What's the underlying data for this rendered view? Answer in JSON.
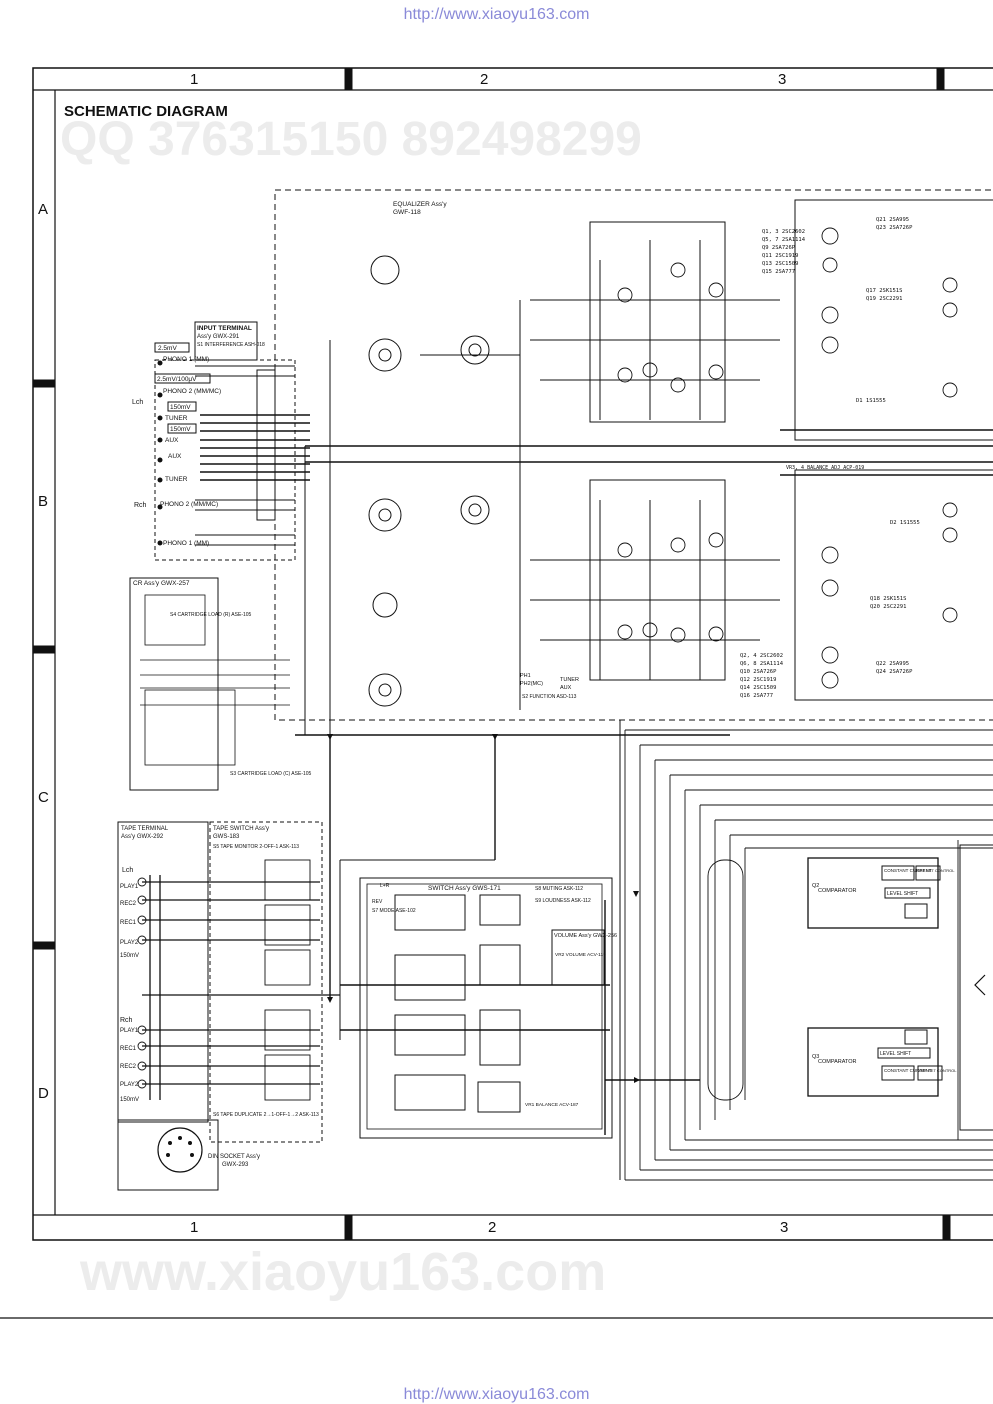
{
  "header": {
    "url_top": "http://www.xiaoyu163.com",
    "url_bottom": "http://www.xiaoyu163.com"
  },
  "frame": {
    "columns": [
      "1",
      "2",
      "3"
    ],
    "rows": [
      "A",
      "B",
      "C",
      "D"
    ]
  },
  "title": "SCHEMATIC DIAGRAM",
  "watermarks": {
    "qq": "QQ 376315150   892498299",
    "site": "www.xiaoyu163.com"
  },
  "blocks": {
    "input_terminal": {
      "title": "INPUT TERMINAL",
      "assy": "Ass'y GWX-291",
      "note": "S1 INTERFERENCE ASH-018"
    },
    "input_levels": [
      "2.5mV",
      "2.5mV/100μV",
      "150mV",
      "150mV"
    ],
    "input_jacks": [
      "PHONO 1 (MM)",
      "PHONO 2 (MM/MC)",
      "TUNER",
      "AUX",
      "AUX",
      "TUNER",
      "PHONO 2 (MM/MC)",
      "PHONO 1 (MM)"
    ],
    "channels": {
      "left": "Lch",
      "right": "Rch"
    },
    "cr_assy": {
      "title": "CR Ass'y GWX-257",
      "s4": "S4 CARTRIDGE LOAD (R) ASE-105",
      "s3": "S3 CARTRIDGE LOAD (C) ASE-105"
    },
    "equalizer": {
      "title": "EQUALIZER Ass'y",
      "assy": "GWF-118"
    },
    "transistors_top": [
      "Q1, 3 2SC2602",
      "Q5, 7 2SA1114",
      "Q9 2SA726P",
      "Q11 2SC1919",
      "Q13 2SC1509",
      "Q15 2SA777"
    ],
    "transistors_bottom": [
      "Q2, 4 2SC2602",
      "Q6, 8 2SA1114",
      "Q10 2SA726P",
      "Q12 2SC1919",
      "Q14 2SC1509",
      "Q16 2SA777"
    ],
    "right_top": [
      "Q21 2SA995",
      "Q23 2SA726P",
      "Q17 2SK151S",
      "Q19 2SC2291",
      "D1 1S1555"
    ],
    "right_bottom": [
      "Q18 2SK151S",
      "Q20 2SC2291",
      "Q22 2SA995",
      "Q24 2SA726P",
      "D2 1S1555"
    ],
    "balance": "VR3, 4 BALANCE ADJ ACP-019",
    "selector": {
      "ph1": "PH1",
      "ph2": "PH2(MC)",
      "tuner": "TUNER",
      "aux": "AUX",
      "function": "S2 FUNCTION ASD-113"
    },
    "tape_terminal": {
      "title": "TAPE TERMINAL",
      "assy": "Ass'y GWX-292"
    },
    "tape_jacks": [
      "PLAY1",
      "REC2",
      "REC1",
      "PLAY2",
      "150mV"
    ],
    "tape_switch": {
      "title": "TAPE SWITCH Ass'y",
      "assy": "GWS-183",
      "monitor": "S5 TAPE MONITOR 2-OFF-1 ASK-113",
      "duplicate": "S6 TAPE DUPLICATE 2→1-OFF-1→2 ASK-113"
    },
    "switch_assy": {
      "title": "SWITCH Ass'y GWS-171",
      "mute": "S8 MUTING ASK-112",
      "loudness": "S9 LOUDNESS ASK-112",
      "mode": "S7 MODE ASE-102",
      "rev": "REV",
      "lr": "L+R"
    },
    "volume": {
      "title": "VOLUME Ass'y GWX-256",
      "vr2": "VR2 VOLUME ACV-119",
      "vr1": "VR1 BALANCE ACV-187"
    },
    "din": {
      "title": "DIN SOCKET Ass'y",
      "assy": "GWX-293"
    },
    "comparator": {
      "label": "COMPARATOR",
      "q2": "Q2",
      "q3": "Q3",
      "constant": "CONSTANT CURRENT",
      "shift": "LEVEL SHIFT",
      "offset": "OFF SET CONTROL"
    }
  }
}
